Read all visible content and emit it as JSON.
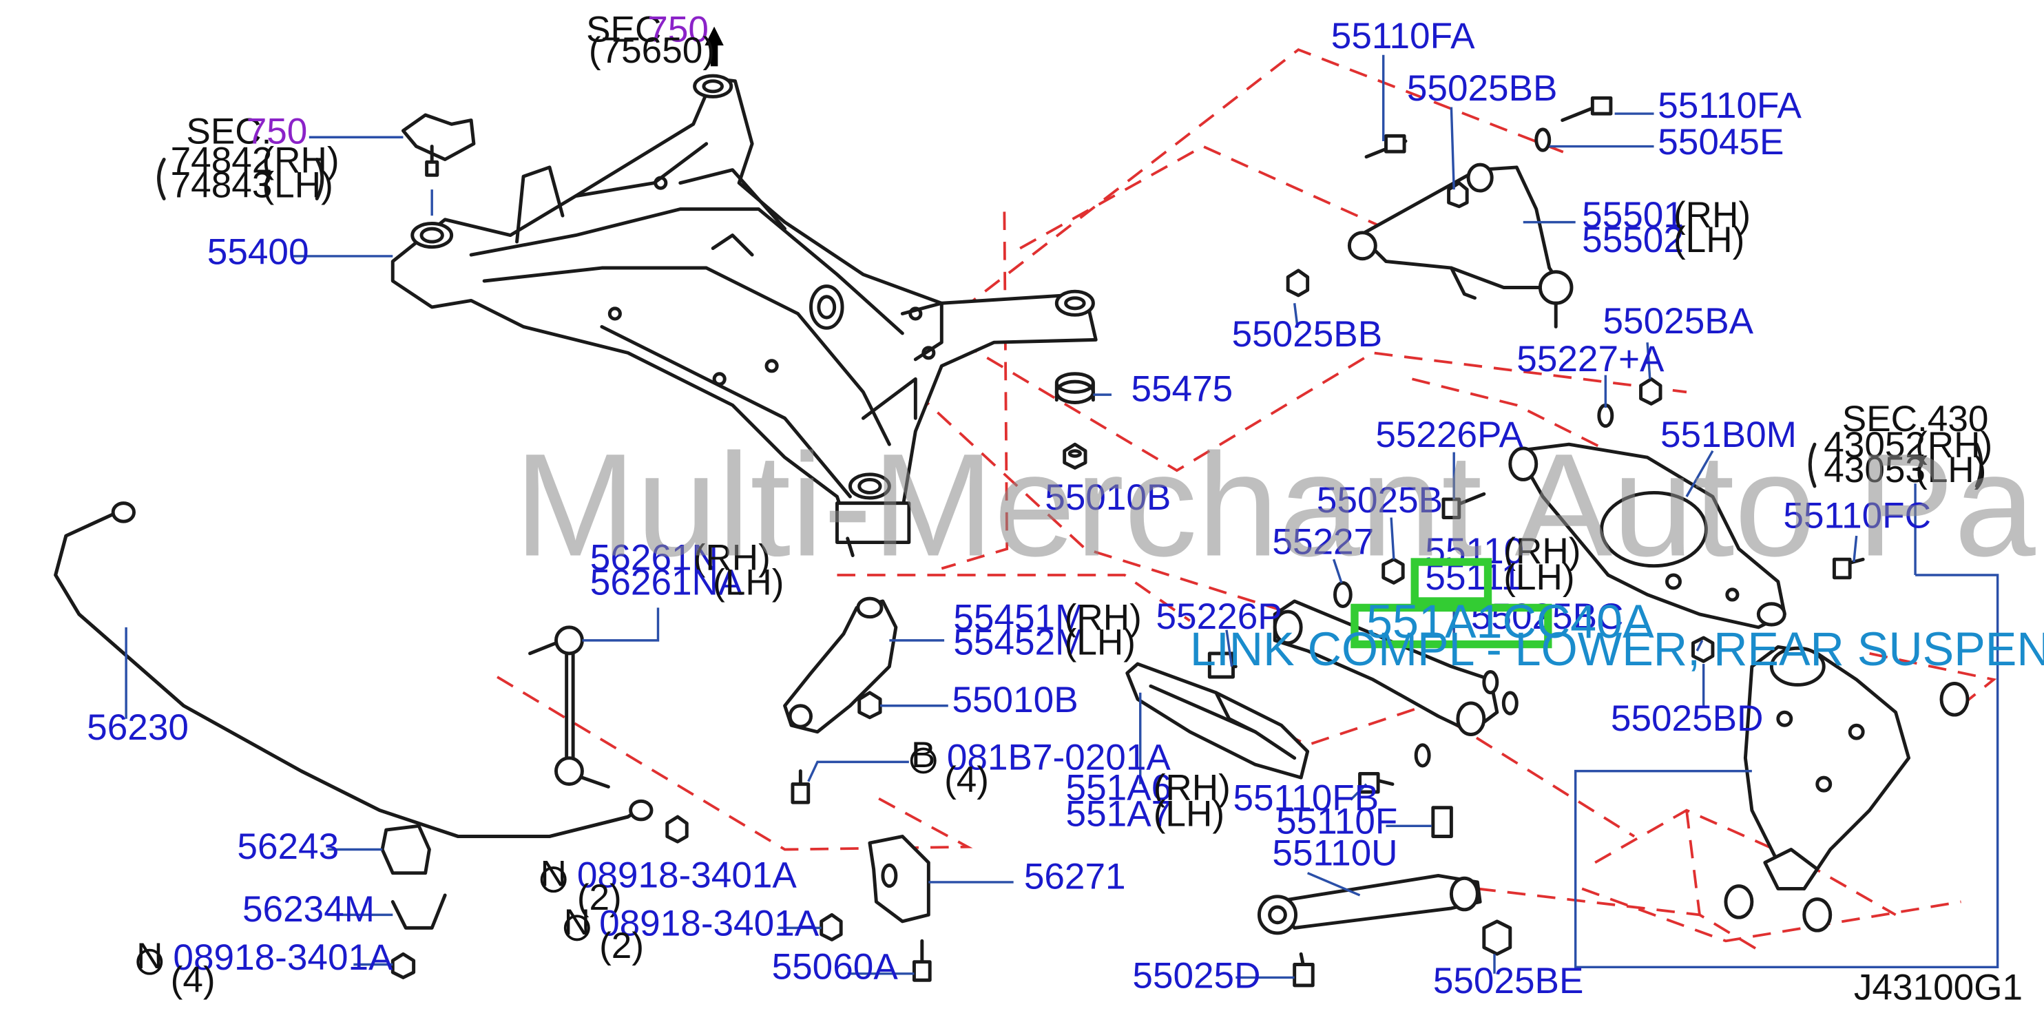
{
  "diagram_code": "J43100G1",
  "watermark": "Multi-Merchant Auto Partstore",
  "highlight": {
    "part_number": "551A1CC40A",
    "description": "LINK COMPL - LOWER, REAR SUSPENSION LH"
  },
  "labels": {
    "sec750_top": "SEC.",
    "sec750_top_num": "750",
    "sec750_top_ref": "(75650)",
    "sec750_left": "SEC.",
    "sec750_left_num": "750",
    "p74842": "74842",
    "p74843": "74843",
    "p55400": "55400",
    "p55475": "55475",
    "p55010B_a": "55010B",
    "p55110FA_a": "55110FA",
    "p55025BB_a": "55025BB",
    "p55110FA_b": "55110FA",
    "p55045E": "55045E",
    "p55501": "55501",
    "p55502": "55502",
    "p55025BB_b": "55025BB",
    "p55025BA": "55025BA",
    "p55227A": "55227+A",
    "p55226PA": "55226PA",
    "p551B0M": "551B0M",
    "sec430": "SEC.430",
    "p43052": "43052",
    "p43053": "43053",
    "p55110FC": "55110FC",
    "p55025B": "55025B",
    "p55227": "55227",
    "p55110": "55110",
    "p55111": "55111",
    "p55025BC": "55025BC",
    "p55025BD": "55025BD",
    "p55226P": "55226P",
    "p551A6": "551A6",
    "p551A7": "551A7",
    "p55110FB": "55110FB",
    "p55110F": "55110F",
    "p55110U": "55110U",
    "p55025D": "55025D",
    "p55025BE": "55025BE",
    "p56261N": "56261N",
    "p56261NA": "56261NA",
    "p56230": "56230",
    "p55451M": "55451M",
    "p55452M": "55452M",
    "p55010B_b": "55010B",
    "p081B7": "081B7-0201A",
    "q4_a": "(4)",
    "p08918_a": "08918-3401A",
    "q2_a": "(2)",
    "p08918_b": "08918-3401A",
    "q2_b": "(2)",
    "p08918_c": "08918-3401A",
    "q4_b": "(4)",
    "p56243": "56243",
    "p56234M": "56234M",
    "p56271": "56271",
    "p55060A": "55060A",
    "rh": "(RH)",
    "lh": "(LH)",
    "circle_b": "B",
    "circle_n": "N"
  },
  "colors": {
    "part_label": "#1a1acc",
    "section_number": "#8b22c8",
    "dashed_guide": "#e03030",
    "highlight_box": "#33cc33",
    "overlay_text": "#1a8ccc"
  }
}
